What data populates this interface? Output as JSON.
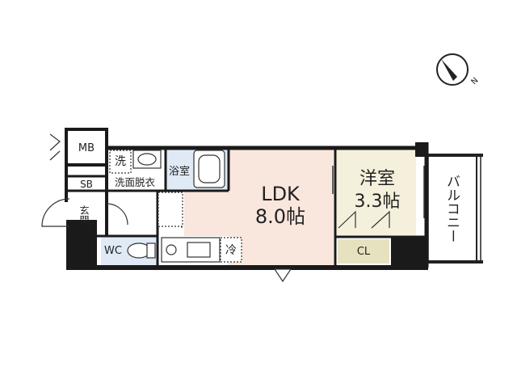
{
  "rooms": {
    "ldk": {
      "name": "LDK",
      "size": "8.0帖"
    },
    "western": {
      "name": "洋室",
      "size": "3.3帖"
    },
    "bath": {
      "name": "浴室"
    },
    "washroom": {
      "name": "洗面脱衣"
    },
    "laundry": {
      "name": "洗"
    },
    "toilet": {
      "name": "WC"
    },
    "entrance": {
      "name": "玄関"
    },
    "meter_box": {
      "name": "MB"
    },
    "shoe_box": {
      "name": "SB"
    },
    "closet": {
      "name": "CL"
    },
    "fridge": {
      "name": "冷"
    },
    "balcony": {
      "name": "バルコニー"
    }
  },
  "compass": {
    "label": "N"
  },
  "colors": {
    "wall": "#1a1a1a",
    "ldk_floor": "#f9e6dd",
    "western_floor": "#f5f0dc",
    "bath_floor": "#dfeaf6",
    "closet_floor": "#e6e2bf",
    "toilet_floor": "#dfeaf6"
  }
}
